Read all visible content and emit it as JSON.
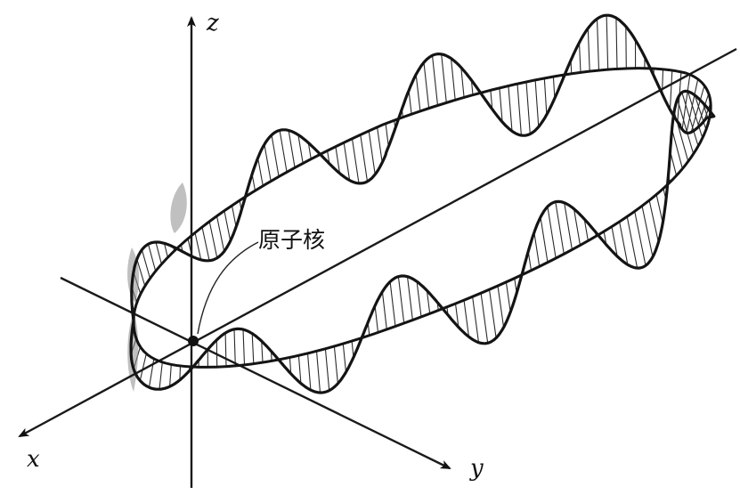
{
  "axes": {
    "x": "x",
    "y": "y",
    "z": "z"
  },
  "nucleus_label": "原子核"
}
